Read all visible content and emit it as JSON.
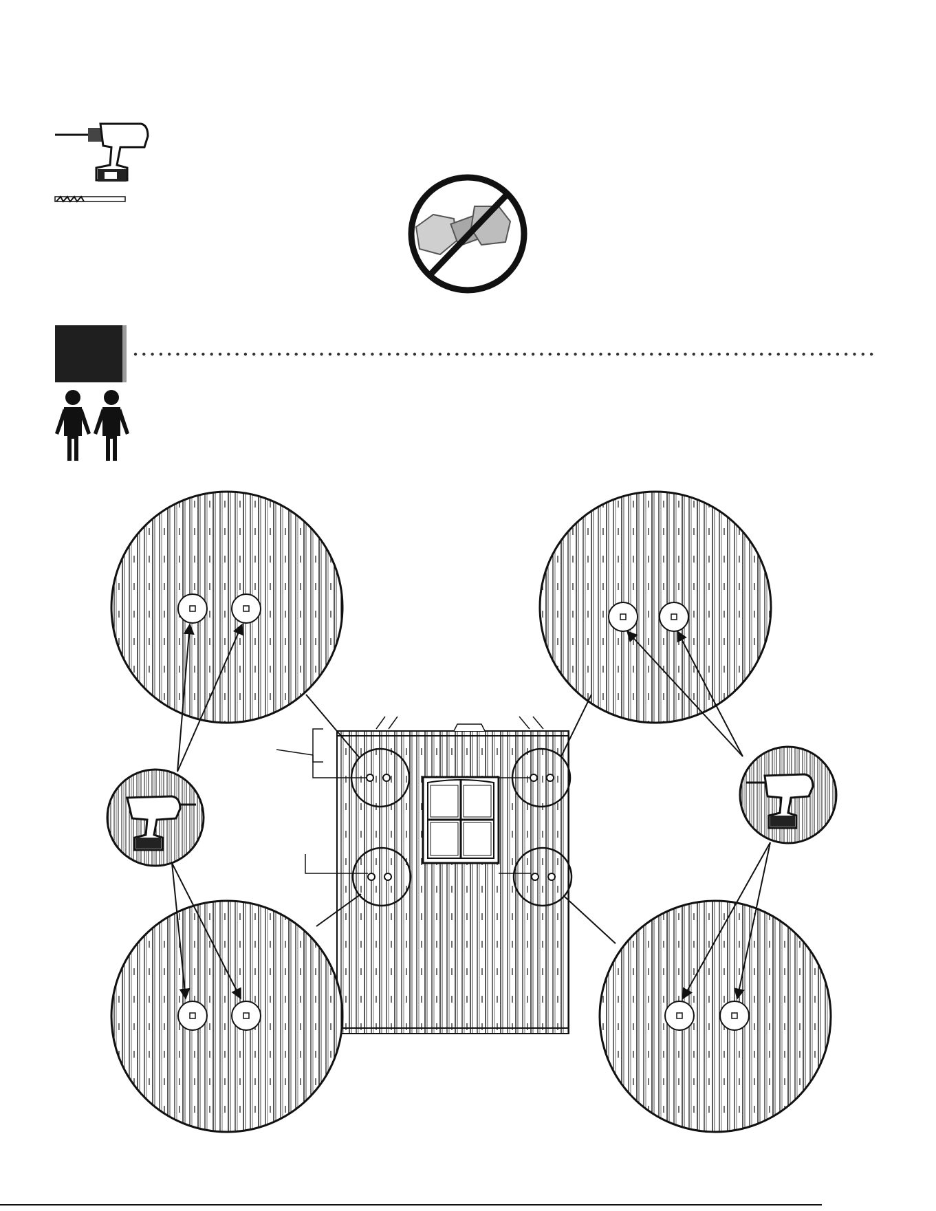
{
  "tools": {
    "drill_icon": "cordless-drill-icon",
    "drill_bit_icon": "drill-bit-icon",
    "no_bolt_icon": "no-hex-bolt-nut-icon"
  },
  "step": {
    "badge_icon": "step-badge",
    "people_icon": "two-person-icon",
    "people_count": 2
  },
  "diagram": {
    "panel_icon": "wall-panel-with-window",
    "detail_views": [
      {
        "name": "top-left-detail"
      },
      {
        "name": "top-right-detail"
      },
      {
        "name": "bottom-left-detail"
      },
      {
        "name": "bottom-right-detail"
      }
    ],
    "drill_callouts": [
      {
        "name": "left-drill-callout"
      },
      {
        "name": "right-drill-callout"
      }
    ]
  },
  "colors": {
    "ink": "#111111",
    "badge": "#1f1f1f",
    "badge_shade": "#9a9a9a",
    "no_sign": "#111111"
  }
}
